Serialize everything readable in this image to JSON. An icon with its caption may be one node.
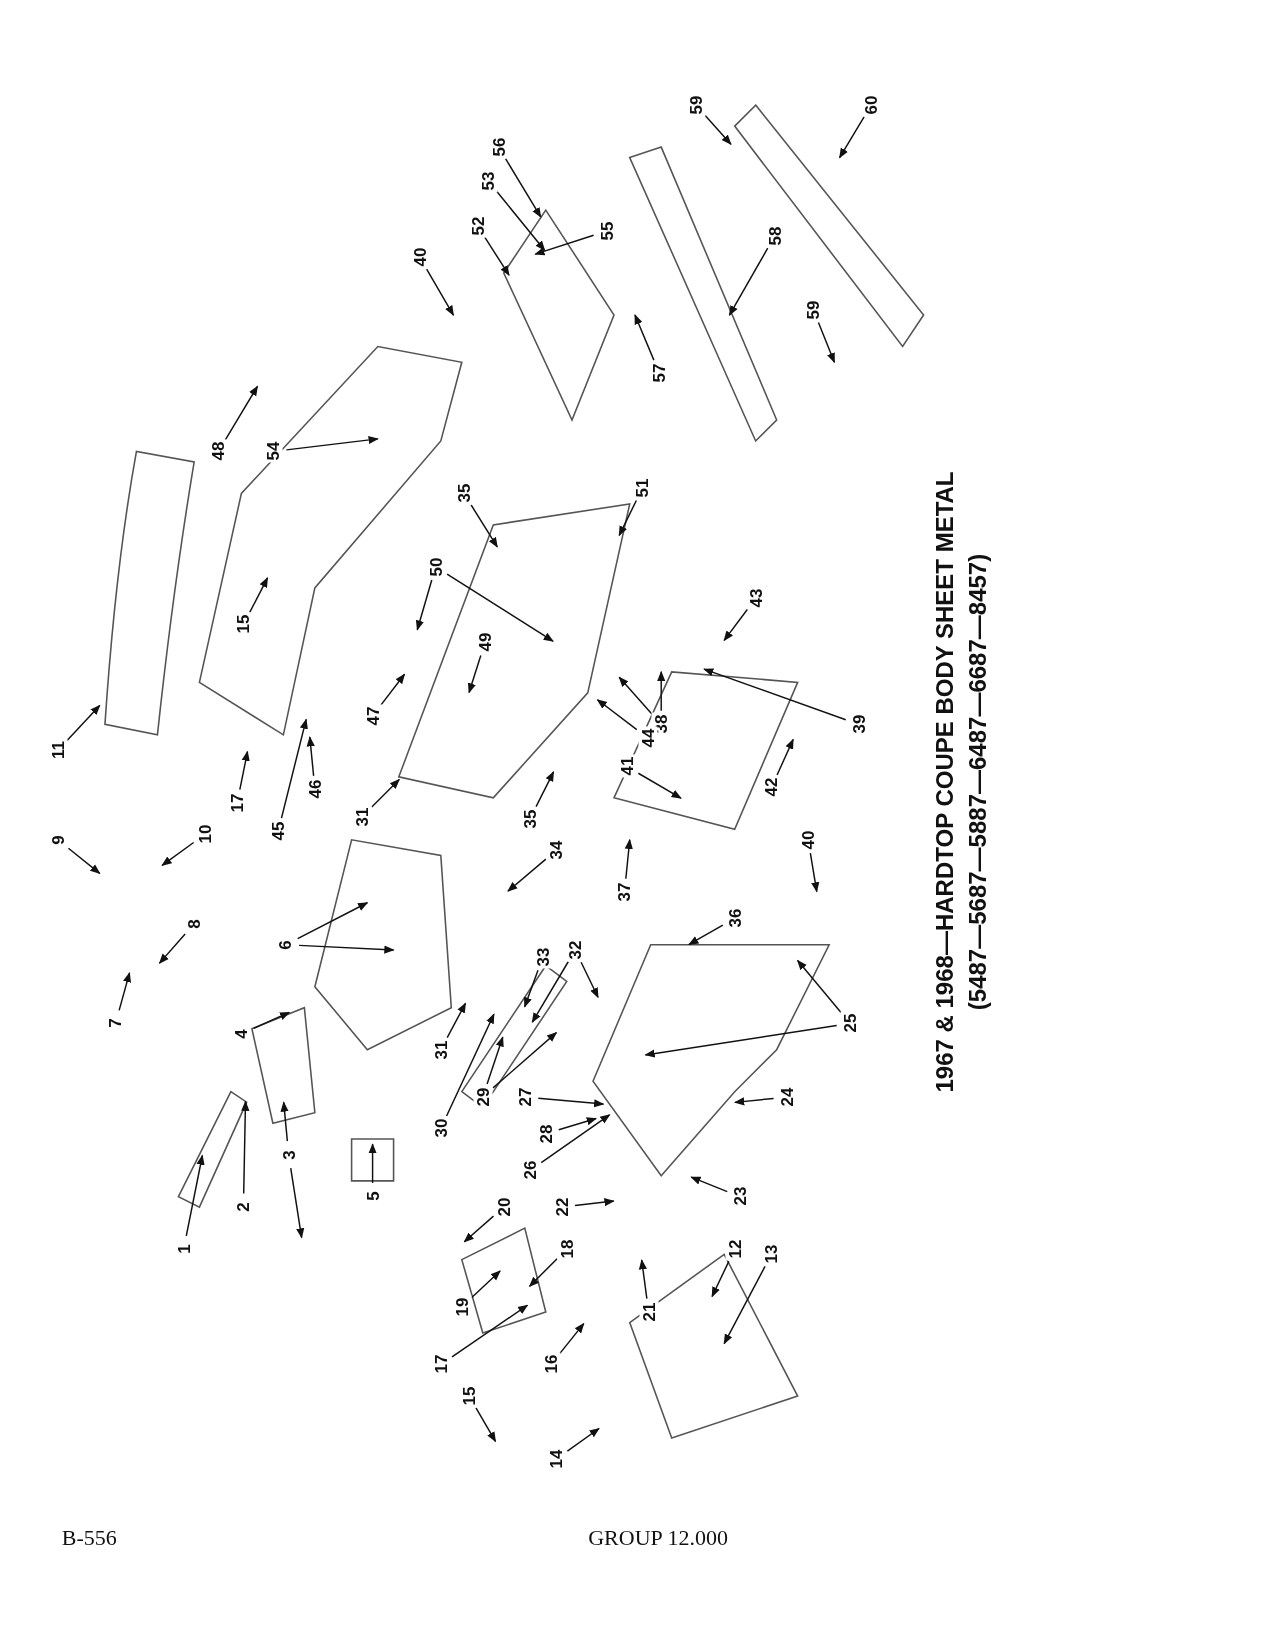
{
  "diagram": {
    "title": "1967 & 1968—HARDTOP COUPE BODY SHEET METAL",
    "nodes": [
      {
        "text": [
          "1"
        ]
      },
      {
        "text": [
          "2"
        ]
      },
      {
        "text": [
          "3"
        ]
      },
      {
        "text": [
          "4"
        ]
      },
      {
        "text": [
          "5"
        ]
      },
      {
        "text": [
          "6"
        ]
      },
      {
        "text": [
          "7"
        ]
      },
      {
        "text": [
          "8"
        ]
      },
      {
        "text": [
          "9"
        ]
      },
      {
        "text": [
          "10"
        ]
      },
      {
        "text": [
          "11"
        ]
      },
      {
        "text": [
          "15"
        ]
      },
      {
        "text": [
          "17"
        ]
      },
      {
        "text": [
          "45"
        ]
      },
      {
        "text": [
          "46"
        ]
      },
      {
        "text": [
          "31"
        ]
      },
      {
        "text": [
          "47"
        ]
      },
      {
        "text": [
          "48"
        ]
      },
      {
        "text": [
          "54"
        ]
      },
      {
        "text": [
          "40"
        ]
      },
      {
        "text": [
          "52"
        ]
      },
      {
        "text": [
          "53"
        ]
      },
      {
        "text": [
          "56"
        ]
      },
      {
        "text": [
          "55"
        ]
      },
      {
        "text": [
          "57"
        ]
      },
      {
        "text": [
          "59"
        ]
      },
      {
        "text": [
          "58"
        ]
      },
      {
        "text": [
          "60"
        ]
      },
      {
        "text": [
          "59"
        ]
      },
      {
        "text": [
          "35"
        ]
      },
      {
        "text": [
          "51"
        ]
      },
      {
        "text": [
          "49"
        ]
      },
      {
        "text": [
          "50"
        ]
      },
      {
        "text": [
          "43"
        ]
      },
      {
        "text": [
          "38"
        ]
      },
      {
        "text": [
          "44"
        ]
      },
      {
        "text": [
          "41"
        ]
      },
      {
        "text": [
          "39"
        ]
      },
      {
        "text": [
          "42"
        ]
      },
      {
        "text": [
          "40"
        ]
      },
      {
        "text": [
          "35"
        ]
      },
      {
        "text": [
          "34"
        ]
      },
      {
        "text": [
          "37"
        ]
      },
      {
        "text": [
          "36"
        ]
      },
      {
        "text": [
          "33"
        ]
      },
      {
        "text": [
          "32"
        ]
      },
      {
        "text": [
          "31"
        ]
      },
      {
        "text": [
          "30"
        ]
      },
      {
        "text": [
          "29"
        ]
      },
      {
        "text": [
          "27"
        ]
      },
      {
        "text": [
          "28"
        ]
      },
      {
        "text": [
          "26"
        ]
      },
      {
        "text": [
          "22"
        ]
      },
      {
        "text": [
          "20"
        ]
      },
      {
        "text": [
          "19"
        ]
      },
      {
        "text": [
          "18"
        ]
      },
      {
        "text": [
          "17"
        ]
      },
      {
        "text": [
          "16"
        ]
      },
      {
        "text": [
          "15"
        ]
      },
      {
        "text": [
          "14"
        ]
      },
      {
        "text": [
          "21"
        ]
      },
      {
        "text": [
          "12"
        ]
      },
      {
        "text": [
          "13"
        ]
      },
      {
        "text": [
          "23"
        ]
      },
      {
        "text": [
          "24"
        ]
      },
      {
        "text": [
          "25"
        ]
      }
    ],
    "edges": [
      {
        "from": 0,
        "to": null,
        "arrow": "to"
      },
      {
        "from": 1,
        "to": null,
        "arrow": "to"
      },
      {
        "from": 2,
        "to": null,
        "arrow": "to"
      },
      {
        "from": 2,
        "to": null,
        "arrow": "to"
      },
      {
        "from": 3,
        "to": null,
        "arrow": "to"
      },
      {
        "from": 4,
        "to": null,
        "arrow": "to"
      },
      {
        "from": 5,
        "to": null,
        "arrow": "to"
      },
      {
        "from": 5,
        "to": null,
        "arrow": "to"
      },
      {
        "from": 6,
        "to": null,
        "arrow": "to"
      },
      {
        "from": 7,
        "to": null,
        "arrow": "to"
      },
      {
        "from": 8,
        "to": null,
        "arrow": "to"
      },
      {
        "from": 9,
        "to": null,
        "arrow": "to"
      },
      {
        "from": 10,
        "to": null,
        "arrow": "to"
      },
      {
        "from": 11,
        "to": null,
        "arrow": "to"
      },
      {
        "from": 12,
        "to": null,
        "arrow": "to"
      },
      {
        "from": 13,
        "to": null,
        "arrow": "to"
      },
      {
        "from": 14,
        "to": null,
        "arrow": "to"
      },
      {
        "from": 15,
        "to": null,
        "arrow": "to"
      },
      {
        "from": 16,
        "to": null,
        "arrow": "to"
      },
      {
        "from": 17,
        "to": null,
        "arrow": "to"
      },
      {
        "from": 18,
        "to": null,
        "arrow": "to"
      },
      {
        "from": 19,
        "to": null,
        "arrow": "to"
      },
      {
        "from": 20,
        "to": null,
        "arrow": "to"
      },
      {
        "from": 21,
        "to": null,
        "arrow": "to"
      },
      {
        "from": 22,
        "to": null,
        "arrow": "to"
      },
      {
        "from": 23,
        "to": null,
        "arrow": "to"
      },
      {
        "from": 24,
        "to": null,
        "arrow": "to"
      },
      {
        "from": 25,
        "to": null,
        "arrow": "to"
      },
      {
        "from": 26,
        "to": null,
        "arrow": "to"
      },
      {
        "from": 27,
        "to": null,
        "arrow": "to"
      },
      {
        "from": 28,
        "to": null,
        "arrow": "to"
      },
      {
        "from": 29,
        "to": null,
        "arrow": "to"
      },
      {
        "from": 30,
        "to": null,
        "arrow": "to"
      },
      {
        "from": 31,
        "to": null,
        "arrow": "to"
      },
      {
        "from": 32,
        "to": null,
        "arrow": "to"
      },
      {
        "from": 32,
        "to": null,
        "arrow": "to"
      },
      {
        "from": 33,
        "to": null,
        "arrow": "to"
      },
      {
        "from": 34,
        "to": null,
        "arrow": "to"
      },
      {
        "from": 34,
        "to": null,
        "arrow": "to"
      },
      {
        "from": 35,
        "to": null,
        "arrow": "to"
      },
      {
        "from": 36,
        "to": null,
        "arrow": "to"
      },
      {
        "from": 37,
        "to": null,
        "arrow": "to"
      },
      {
        "from": 38,
        "to": null,
        "arrow": "to"
      },
      {
        "from": 39,
        "to": null,
        "arrow": "to"
      },
      {
        "from": 40,
        "to": null,
        "arrow": "to"
      },
      {
        "from": 41,
        "to": null,
        "arrow": "to"
      },
      {
        "from": 42,
        "to": null,
        "arrow": "to"
      },
      {
        "from": 43,
        "to": null,
        "arrow": "to"
      },
      {
        "from": 44,
        "to": null,
        "arrow": "to"
      },
      {
        "from": 45,
        "to": null,
        "arrow": "to"
      },
      {
        "from": 45,
        "to": null,
        "arrow": "to"
      },
      {
        "from": 46,
        "to": null,
        "arrow": "to"
      },
      {
        "from": 47,
        "to": null,
        "arrow": "to"
      },
      {
        "from": 48,
        "to": null,
        "arrow": "to"
      },
      {
        "from": 48,
        "to": null,
        "arrow": "to"
      },
      {
        "from": 49,
        "to": null,
        "arrow": "to"
      },
      {
        "from": 50,
        "to": null,
        "arrow": "to"
      },
      {
        "from": 51,
        "to": null,
        "arrow": "to"
      },
      {
        "from": 52,
        "to": null,
        "arrow": "to"
      },
      {
        "from": 53,
        "to": null,
        "arrow": "to"
      },
      {
        "from": 54,
        "to": null,
        "arrow": "to"
      },
      {
        "from": 55,
        "to": null,
        "arrow": "to"
      },
      {
        "from": 56,
        "to": null,
        "arrow": "to"
      },
      {
        "from": 57,
        "to": null,
        "arrow": "to"
      },
      {
        "from": 58,
        "to": null,
        "arrow": "to"
      },
      {
        "from": 59,
        "to": null,
        "arrow": "to"
      },
      {
        "from": 60,
        "to": null,
        "arrow": "to"
      },
      {
        "from": 61,
        "to": null,
        "arrow": "to"
      },
      {
        "from": 62,
        "to": null,
        "arrow": "to"
      },
      {
        "from": 63,
        "to": null,
        "arrow": "to"
      },
      {
        "from": 64,
        "to": null,
        "arrow": "to"
      },
      {
        "from": 65,
        "to": null,
        "arrow": "to"
      },
      {
        "from": 65,
        "to": null,
        "arrow": "to"
      }
    ],
    "labels": [
      "(5487—5687—5887—6487—6687—8457)",
      "B-556",
      "GROUP 12.000"
    ]
  }
}
